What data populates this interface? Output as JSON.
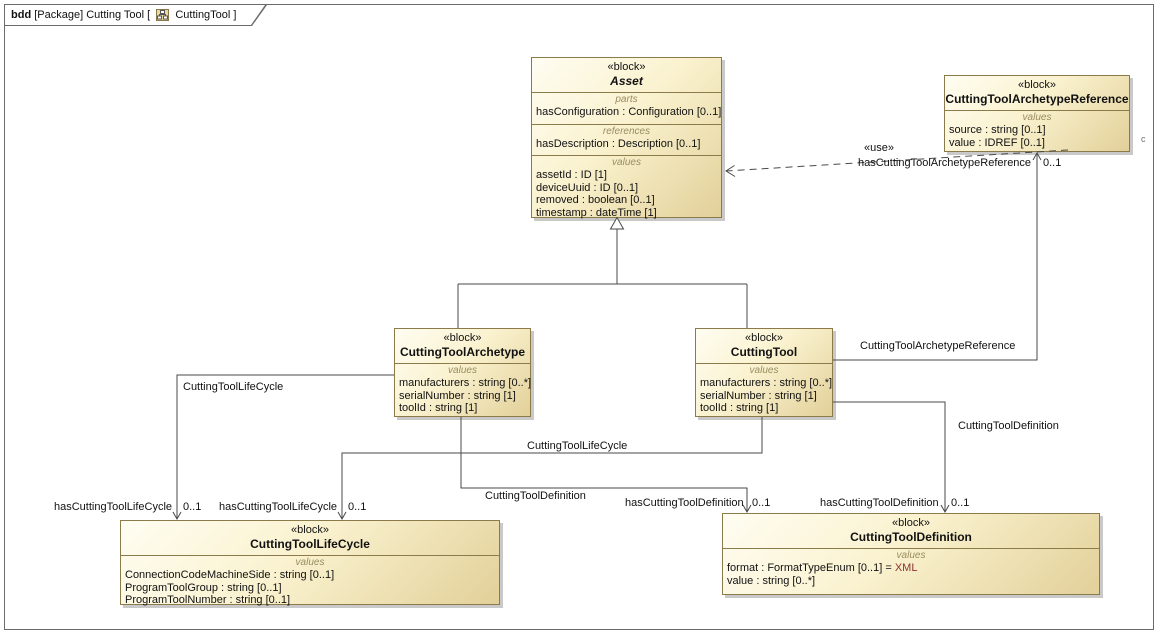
{
  "frame": {
    "keyword": "bdd",
    "context": " [Package] Cutting Tool [ ",
    "diagram_name": " CuttingTool ]",
    "corner_mark": "c"
  },
  "colors": {
    "block_fill_light": "#fffdf2",
    "block_fill_dark": "#e2d099",
    "block_border": "#8b7b4b",
    "edge": "#4a4a4a",
    "default_value_text": "#8b3333",
    "compartment_label_text": "#9a8c60"
  },
  "blocks": {
    "asset": {
      "stereotype": "«block»",
      "name": "Asset",
      "compartments": [
        {
          "label": "parts",
          "rows": [
            "hasConfiguration : Configuration [0..1]"
          ]
        },
        {
          "label": "references",
          "rows": [
            "hasDescription : Description [0..1]"
          ]
        },
        {
          "label": "values",
          "rows": [
            "assetId : ID [1]",
            "deviceUuid : ID [0..1]",
            "removed : boolean [0..1]",
            "timestamp : dateTime [1]"
          ]
        }
      ]
    },
    "archetype_reference": {
      "stereotype": "«block»",
      "name": "CuttingToolArchetypeReference",
      "compartments": [
        {
          "label": "values",
          "rows": [
            "source : string [0..1]",
            "value : IDREF [0..1]"
          ]
        }
      ]
    },
    "archetype": {
      "stereotype": "«block»",
      "name": "CuttingToolArchetype",
      "compartments": [
        {
          "label": "values",
          "rows": [
            "manufacturers : string [0..*]",
            "serialNumber : string [1]",
            "toolId : string [1]"
          ]
        }
      ]
    },
    "cutting_tool": {
      "stereotype": "«block»",
      "name": "CuttingTool",
      "compartments": [
        {
          "label": "values",
          "rows": [
            "manufacturers : string [0..*]",
            "serialNumber : string [1]",
            "toolId : string [1]"
          ]
        }
      ]
    },
    "life_cycle": {
      "stereotype": "«block»",
      "name": "CuttingToolLifeCycle",
      "compartments": [
        {
          "label": "values",
          "rows": [
            "ConnectionCodeMachineSide : string [0..1]",
            "ProgramToolGroup : string [0..1]",
            "ProgramToolNumber : string [0..1]"
          ]
        }
      ]
    },
    "definition": {
      "stereotype": "«block»",
      "name": "CuttingToolDefinition",
      "values_label": "values",
      "format_prefix": "format : FormatTypeEnum [0..1] = ",
      "format_value": "XML",
      "value_row": "value : string [0..*]"
    }
  },
  "edges": {
    "use_dependency": {
      "stereotype": "«use»"
    },
    "archetype_lifecycle": {
      "name": "CuttingToolLifeCycle",
      "role": "hasCuttingToolLifeCycle",
      "multiplicity": "0..1"
    },
    "tool_lifecycle": {
      "name": "CuttingToolLifeCycle",
      "role": "hasCuttingToolLifeCycle",
      "multiplicity": "0..1"
    },
    "archetype_definition": {
      "name": "CuttingToolDefinition",
      "role": "hasCuttingToolDefinition",
      "multiplicity": "0..1"
    },
    "tool_definition": {
      "name": "CuttingToolDefinition",
      "role": "hasCuttingToolDefinition",
      "multiplicity": "0..1"
    },
    "tool_archetype_reference": {
      "name": "CuttingToolArchetypeReference",
      "role": "hasCuttingToolArchetypeReference",
      "multiplicity": "0..1"
    }
  }
}
